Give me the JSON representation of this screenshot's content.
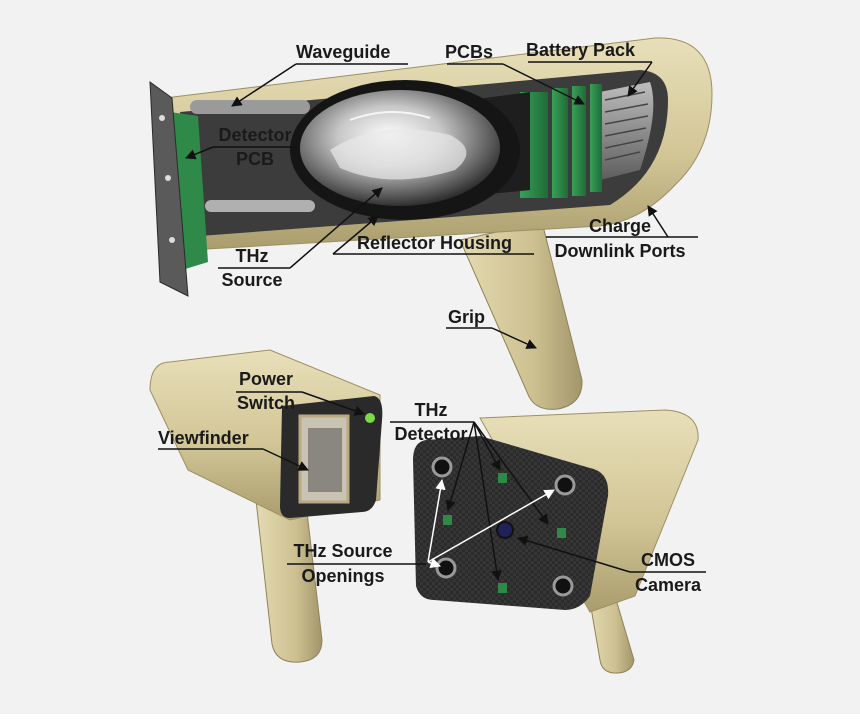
{
  "labels": {
    "waveguide": "Waveguide",
    "pcbs": "PCBs",
    "battery_pack": "Battery Pack",
    "detector_pcb_1": "Detector",
    "detector_pcb_2": "PCB",
    "thz_source_1": "THz",
    "thz_source_2": "Source",
    "reflector_housing": "Reflector Housing",
    "charge_ports_1": "Charge",
    "charge_ports_2": "Downlink Ports",
    "grip": "Grip",
    "power_switch_1": "Power",
    "power_switch_2": "Switch",
    "viewfinder": "Viewfinder",
    "thz_detector_1": "THz",
    "thz_detector_2": "Detector",
    "thz_source_openings_1": "THz Source",
    "thz_source_openings_2": "Openings",
    "cmos_camera_1": "CMOS",
    "cmos_camera_2": "Camera"
  },
  "colors": {
    "background": "#f2f2f2",
    "body": "#d6cba0",
    "body_dark": "#a89c6c",
    "pcb_green": "#2f8a4a",
    "face_dark": "#2a2a2a",
    "power_led": "#7dd94a",
    "arrow": "#111111"
  }
}
